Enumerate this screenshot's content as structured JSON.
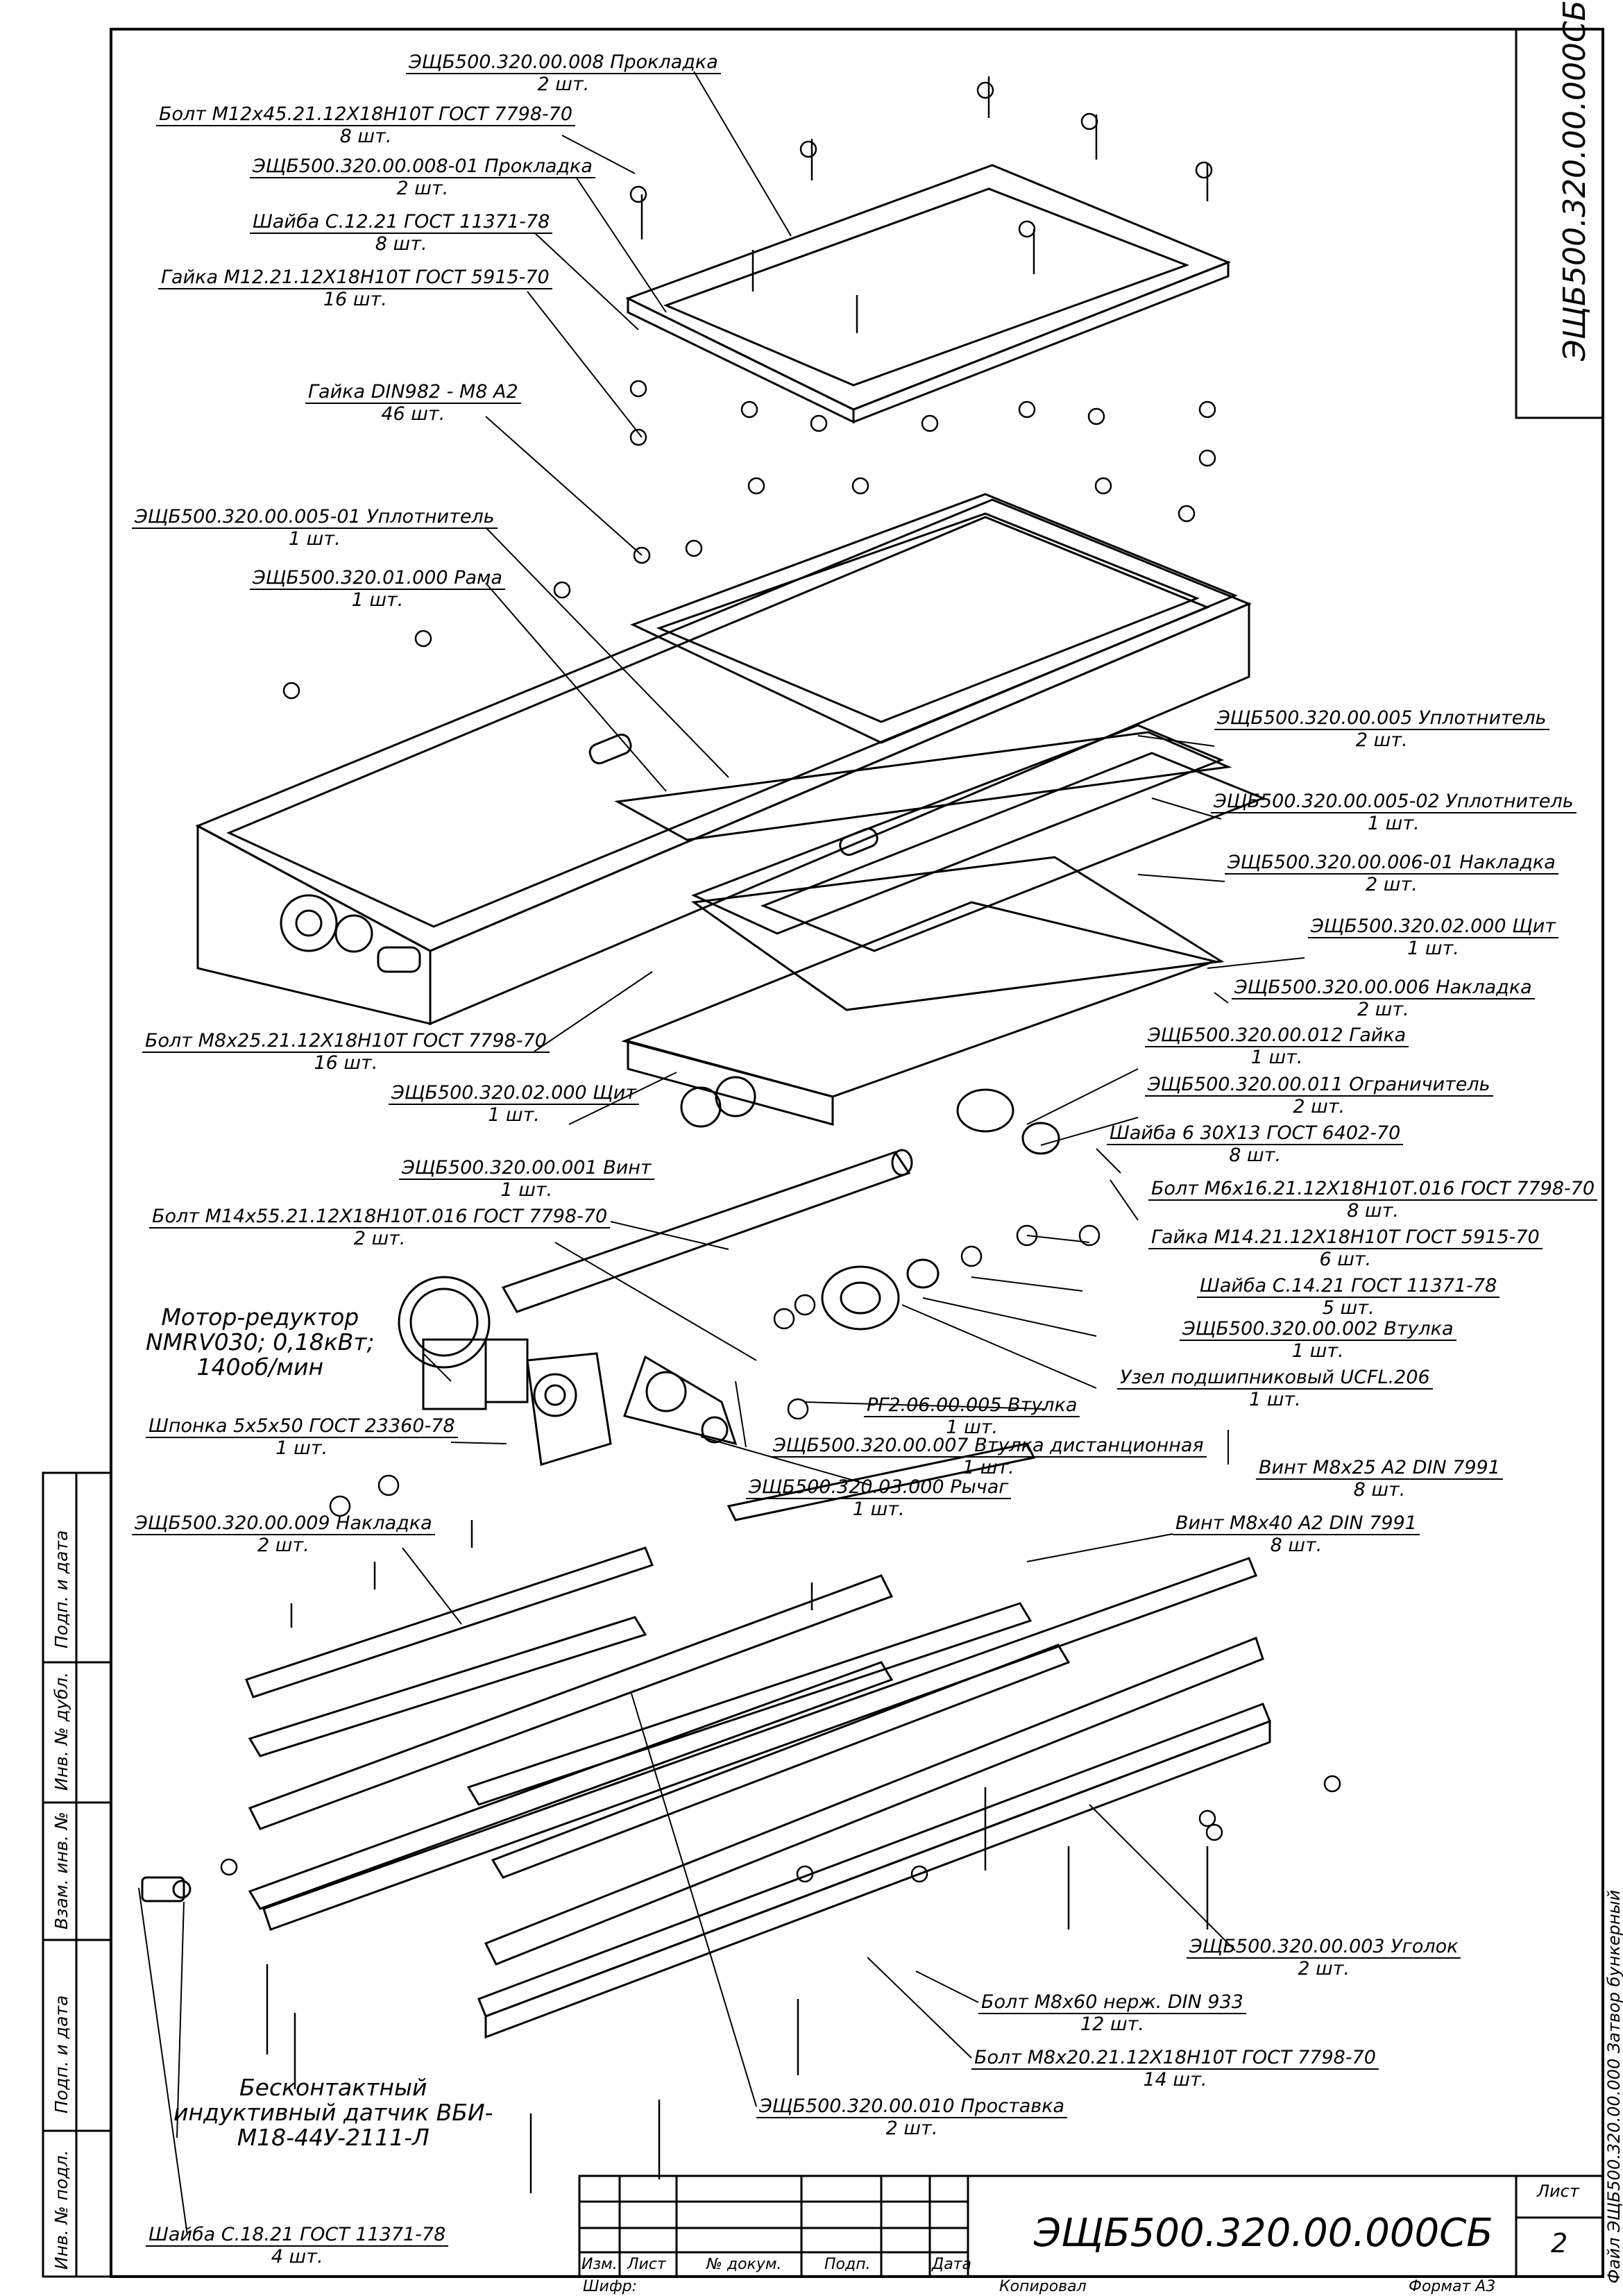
{
  "drawing": {
    "code": "ЭЩБ500.320.00.000СБ",
    "sheet_label": "Лист",
    "sheet_number": "2",
    "file_name": "Файл ЭЩБ500.320.00.000 Затвор бункерный",
    "footer": {
      "cipher": "Шифр:",
      "copied": "Копировал",
      "format": "Формат А3"
    },
    "title_block_headers": [
      "Изм.",
      "Лист",
      "№ докум.",
      "Подп.",
      "Дата"
    ],
    "side_stamp": [
      "Подп. и дата",
      "Инв. № дубл.",
      "Взам. инв. №",
      "Подп. и дата",
      "Инв. № подл."
    ]
  },
  "callouts": [
    {
      "text": "ЭЩБ500.320.00.008 Прокладка",
      "qty": "2 шт."
    },
    {
      "text": "Болт М12х45.21.12Х18Н10Т ГОСТ 7798-70",
      "qty": "8 шт."
    },
    {
      "text": "ЭЩБ500.320.00.008-01 Прокладка",
      "qty": "2 шт."
    },
    {
      "text": "Шайба С.12.21 ГОСТ 11371-78",
      "qty": "8 шт."
    },
    {
      "text": "Гайка М12.21.12Х18Н10Т ГОСТ 5915-70",
      "qty": "16 шт."
    },
    {
      "text": "Гайка DIN982 - М8 А2",
      "qty": "46 шт."
    },
    {
      "text": "ЭЩБ500.320.00.005-01 Уплотнитель",
      "qty": "1 шт."
    },
    {
      "text": "ЭЩБ500.320.01.000 Рама",
      "qty": "1 шт."
    },
    {
      "text": "ЭЩБ500.320.00.005 Уплотнитель",
      "qty": "2 шт."
    },
    {
      "text": "ЭЩБ500.320.00.005-02 Уплотнитель",
      "qty": "1 шт."
    },
    {
      "text": "ЭЩБ500.320.00.006-01 Накладка",
      "qty": "2 шт."
    },
    {
      "text": "ЭЩБ500.320.02.000 Щит",
      "qty": "1 шт."
    },
    {
      "text": "ЭЩБ500.320.00.006 Накладка",
      "qty": "2 шт."
    },
    {
      "text": "Болт М8х25.21.12Х18Н10Т ГОСТ 7798-70",
      "qty": "16 шт."
    },
    {
      "text": "ЭЩБ500.320.00.012 Гайка",
      "qty": "1 шт."
    },
    {
      "text": "ЭЩБ500.320.02.000 Щит",
      "qty": "1 шт."
    },
    {
      "text": "ЭЩБ500.320.00.011 Ограничитель",
      "qty": "2 шт."
    },
    {
      "text": "Шайба 6 30Х13 ГОСТ 6402-70",
      "qty": "8 шт."
    },
    {
      "text": "ЭЩБ500.320.00.001 Винт",
      "qty": "1 шт."
    },
    {
      "text": "Болт М6х16.21.12Х18Н10Т.016 ГОСТ 7798-70",
      "qty": "8 шт."
    },
    {
      "text": "Болт М14х55.21.12Х18Н10Т.016 ГОСТ 7798-70",
      "qty": "2 шт."
    },
    {
      "text": "Гайка М14.21.12Х18Н10Т ГОСТ 5915-70",
      "qty": "6 шт."
    },
    {
      "text": "Шайба С.14.21 ГОСТ 11371-78",
      "qty": "5 шт."
    },
    {
      "text": "ЭЩБ500.320.00.002 Втулка",
      "qty": "1 шт."
    },
    {
      "text": "Узел подшипниковый UCFL.206",
      "qty": "1 шт."
    },
    {
      "text": "РГ2.06.00.005 Втулка",
      "qty": "1 шт."
    },
    {
      "text": "Шпонка 5х5х50 ГОСТ 23360-78",
      "qty": "1 шт."
    },
    {
      "text": "ЭЩБ500.320.00.007 Втулка дистанционная",
      "qty": "1 шт."
    },
    {
      "text": "Винт М8х25 А2 DIN 7991",
      "qty": "8 шт."
    },
    {
      "text": "ЭЩБ500.320.03.000 Рычаг",
      "qty": "1 шт."
    },
    {
      "text": "ЭЩБ500.320.00.009 Накладка",
      "qty": "2 шт."
    },
    {
      "text": "Винт М8х40 А2 DIN 7991",
      "qty": "8 шт."
    },
    {
      "text": "ЭЩБ500.320.00.003 Уголок",
      "qty": "2 шт."
    },
    {
      "text": "Болт М8х60 нерж. DIN 933",
      "qty": "12 шт."
    },
    {
      "text": "Болт М8х20.21.12Х18Н10Т ГОСТ 7798-70",
      "qty": "14 шт."
    },
    {
      "text": "ЭЩБ500.320.00.010 Проставка",
      "qty": "2 шт."
    },
    {
      "text": "Шайба С.18.21 ГОСТ 11371-78",
      "qty": "4 шт."
    }
  ],
  "motor_label": [
    "Мотор-редуктор",
    "NMRV030; 0,18кВт;",
    "140об/мин"
  ],
  "sensor_label": [
    "Бесконтактный",
    "индуктивный датчик ВБИ-",
    "М18-44У-2111-Л"
  ]
}
